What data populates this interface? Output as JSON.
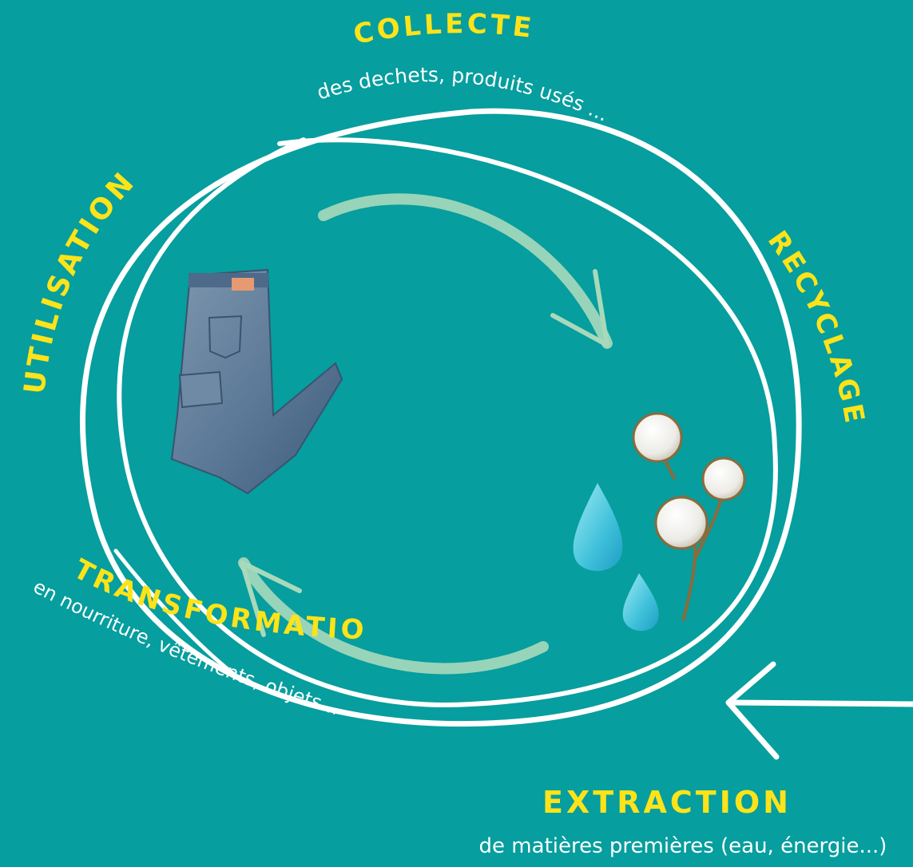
{
  "colors": {
    "background": "#069e9e",
    "stage_label": "#fde319",
    "sub_label": "#ffffff",
    "cycle_line": "#ffffff",
    "inner_arrow": "#a9d9bb"
  },
  "stages": {
    "collecte": {
      "label": "COLLECTE",
      "sub": "des dechets, produits usés ..."
    },
    "recyclage": {
      "label": "RECYCLAGE"
    },
    "extraction": {
      "label": "EXTRACTION",
      "sub": "de matières premières (eau, énergie...)"
    },
    "transformation": {
      "label": "TRANSFORMATION",
      "sub": "en nourriture, vêtements, objets..."
    },
    "utilisation": {
      "label": "UTILISATION"
    }
  },
  "illustrations": [
    "jeans-illustration",
    "cotton-branch-illustration",
    "water-drops-illustration"
  ]
}
